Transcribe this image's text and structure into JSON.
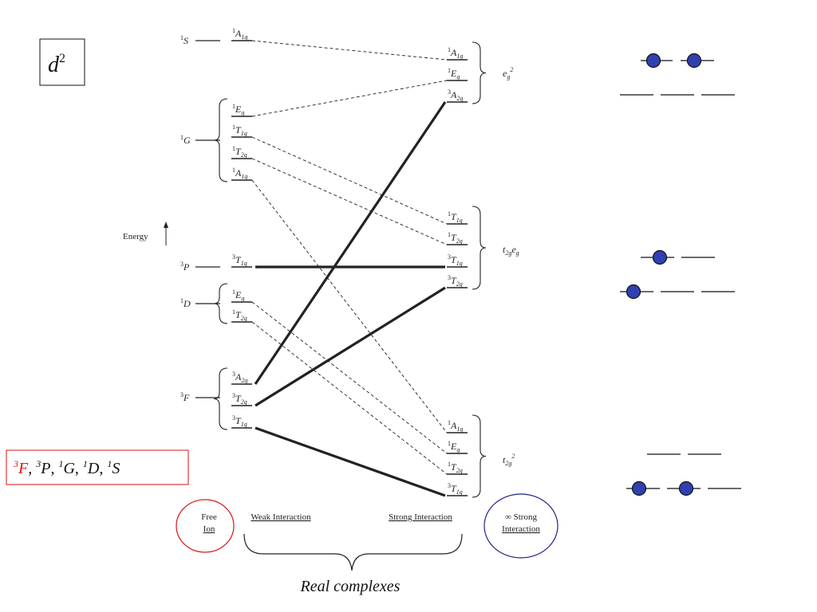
{
  "d_box": {
    "base": "d",
    "sup": "2"
  },
  "terms_box": [
    {
      "mult": "3",
      "letter": "F",
      "sep": ", ",
      "color": "#dd1111"
    },
    {
      "mult": "3",
      "letter": "P",
      "sep": ", ",
      "color": "#111111"
    },
    {
      "mult": "1",
      "letter": "G",
      "sep": ", ",
      "color": "#111111"
    },
    {
      "mult": "1",
      "letter": "D",
      "sep": ", ",
      "color": "#111111"
    },
    {
      "mult": "1",
      "letter": "S",
      "sep": "",
      "color": "#111111"
    }
  ],
  "energy_label": "Energy",
  "free_ion_terms": [
    {
      "id": "1S",
      "mult": "1",
      "letter": "S"
    },
    {
      "id": "1G",
      "mult": "1",
      "letter": "G"
    },
    {
      "id": "3P",
      "mult": "3",
      "letter": "P"
    },
    {
      "id": "1D",
      "mult": "1",
      "letter": "D"
    },
    {
      "id": "3F",
      "mult": "3",
      "letter": "F"
    }
  ],
  "weak_levels": [
    {
      "id": "w1A1g_S",
      "mult": "1",
      "sym": "A",
      "sub": "1g"
    },
    {
      "id": "w1Eg_G",
      "mult": "1",
      "sym": "E",
      "sub": "g"
    },
    {
      "id": "w1T1g_G",
      "mult": "1",
      "sym": "T",
      "sub": "1g"
    },
    {
      "id": "w1T2g_G",
      "mult": "1",
      "sym": "T",
      "sub": "2g"
    },
    {
      "id": "w1A1g_G",
      "mult": "1",
      "sym": "A",
      "sub": "1g"
    },
    {
      "id": "w3T1g_P",
      "mult": "3",
      "sym": "T",
      "sub": "1g"
    },
    {
      "id": "w1Eg_D",
      "mult": "1",
      "sym": "E",
      "sub": "g"
    },
    {
      "id": "w1T2g_D",
      "mult": "1",
      "sym": "T",
      "sub": "2g"
    },
    {
      "id": "w3A2g_F",
      "mult": "3",
      "sym": "A",
      "sub": "2g"
    },
    {
      "id": "w3T2g_F",
      "mult": "3",
      "sym": "T",
      "sub": "2g"
    },
    {
      "id": "w3T1g_F",
      "mult": "3",
      "sym": "T",
      "sub": "1g"
    }
  ],
  "strong_levels": [
    {
      "id": "s1A1g_e",
      "mult": "1",
      "sym": "A",
      "sub": "1g"
    },
    {
      "id": "s1Eg_e",
      "mult": "1",
      "sym": "E",
      "sub": "g"
    },
    {
      "id": "s3A2g_e",
      "mult": "3",
      "sym": "A",
      "sub": "2g"
    },
    {
      "id": "s1T1g_te",
      "mult": "1",
      "sym": "T",
      "sub": "1g"
    },
    {
      "id": "s1T2g_te",
      "mult": "1",
      "sym": "T",
      "sub": "2g"
    },
    {
      "id": "s3T1g_te",
      "mult": "3",
      "sym": "T",
      "sub": "1g"
    },
    {
      "id": "s3T2g_te",
      "mult": "3",
      "sym": "T",
      "sub": "2g"
    },
    {
      "id": "s1A1g_t",
      "mult": "1",
      "sym": "A",
      "sub": "1g"
    },
    {
      "id": "s1Eg_t",
      "mult": "1",
      "sym": "E",
      "sub": "g"
    },
    {
      "id": "s1T2g_t",
      "mult": "1",
      "sym": "T",
      "sub": "2g"
    },
    {
      "id": "s3T1g_t",
      "mult": "3",
      "sym": "T",
      "sub": "1g"
    }
  ],
  "configurations": [
    {
      "id": "eg2",
      "base": "e",
      "sub": "g",
      "sup": "2"
    },
    {
      "id": "t2geg",
      "base": "t",
      "sub": "2g",
      "tail": "e",
      "tailsub": "g"
    },
    {
      "id": "t2g2",
      "base": "t",
      "sub": "2g",
      "sup": "2"
    }
  ],
  "correlations": [
    {
      "from": "w1A1g_S",
      "to": "s1A1g_e",
      "style": "dashed"
    },
    {
      "from": "w1Eg_G",
      "to": "s1Eg_e",
      "style": "dashed"
    },
    {
      "from": "w1T1g_G",
      "to": "s1T1g_te",
      "style": "dashed"
    },
    {
      "from": "w1T2g_G",
      "to": "s1T2g_te",
      "style": "dashed"
    },
    {
      "from": "w1A1g_G",
      "to": "s1A1g_t",
      "style": "dashed"
    },
    {
      "from": "w1Eg_D",
      "to": "s1Eg_t",
      "style": "dashed"
    },
    {
      "from": "w1T2g_D",
      "to": "s1T2g_t",
      "style": "dashed"
    },
    {
      "from": "w3T1g_P",
      "to": "s3T1g_te",
      "style": "bold"
    },
    {
      "from": "w3A2g_F",
      "to": "s3A2g_e",
      "style": "bold"
    },
    {
      "from": "w3T2g_F",
      "to": "s3T2g_te",
      "style": "bold"
    },
    {
      "from": "w3T1g_F",
      "to": "s3T1g_t",
      "style": "bold"
    }
  ],
  "bottom_labels": {
    "free_line1": "Free",
    "free_line2": "Ion",
    "weak": "Weak Interaction",
    "strong": "Strong Interaction",
    "inf_line1": "∞ Strong",
    "inf_line2": "Interaction",
    "real": "Real complexes"
  },
  "colors": {
    "red_accent": "#dd1111",
    "blue_accent": "#222288",
    "electron_fill": "#3040b0",
    "line": "#222222"
  },
  "orbital_diagrams": [
    {
      "id": "eg2-config",
      "electrons_upper": 2,
      "electrons_lower": 0
    },
    {
      "id": "t2geg-config",
      "electrons_upper": 1,
      "electrons_lower": 1
    },
    {
      "id": "t2g2-config",
      "electrons_upper": 0,
      "electrons_lower": 2
    }
  ]
}
